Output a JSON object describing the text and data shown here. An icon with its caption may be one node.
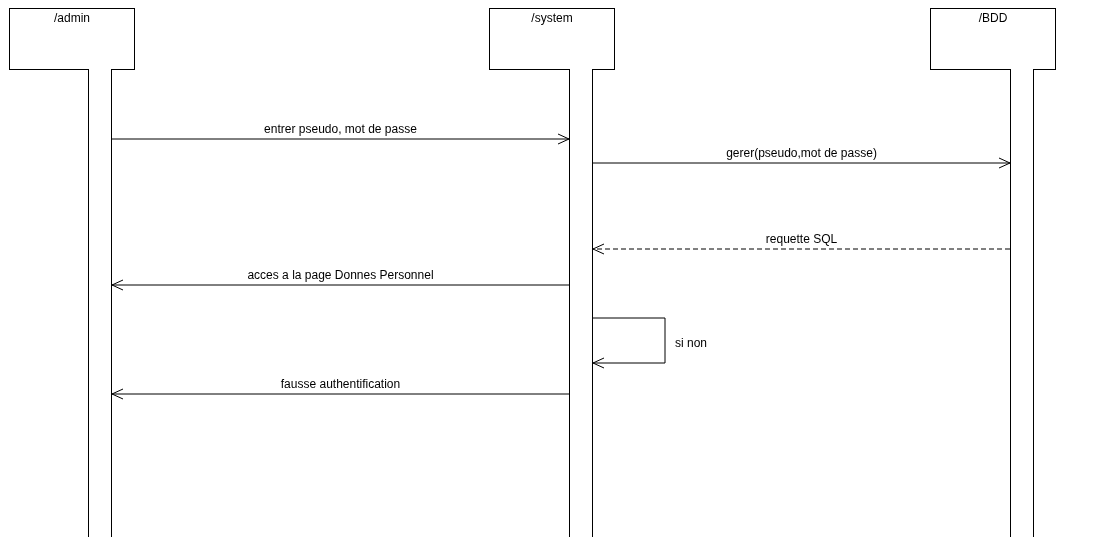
{
  "diagram": {
    "nodes": [
      {
        "text": [
          "/admin"
        ]
      },
      {
        "text": [
          "/system"
        ]
      },
      {
        "text": [
          "/BDD"
        ]
      },
      {
        "text": [],
        "shape": "bar"
      },
      {
        "text": [],
        "shape": "bar"
      },
      {
        "text": [],
        "shape": "bar"
      }
    ],
    "edges": [
      {
        "from": 3,
        "to": 4,
        "arrow": "to",
        "label": "entrer pseudo, mot de passe"
      },
      {
        "from": 4,
        "to": 5,
        "arrow": "to",
        "label": "gerer(pseudo,mot de passe)"
      },
      {
        "from": 5,
        "to": 4,
        "arrow": "to",
        "label": "requette SQL",
        "style": "dashed"
      },
      {
        "from": 4,
        "to": 3,
        "arrow": "to",
        "label": "acces a la page Donnes Personnel"
      },
      {
        "from": 4,
        "to": 4,
        "arrow": "to",
        "label": "si non"
      },
      {
        "from": 4,
        "to": 3,
        "arrow": "to",
        "label": "fausse authentification"
      }
    ]
  }
}
